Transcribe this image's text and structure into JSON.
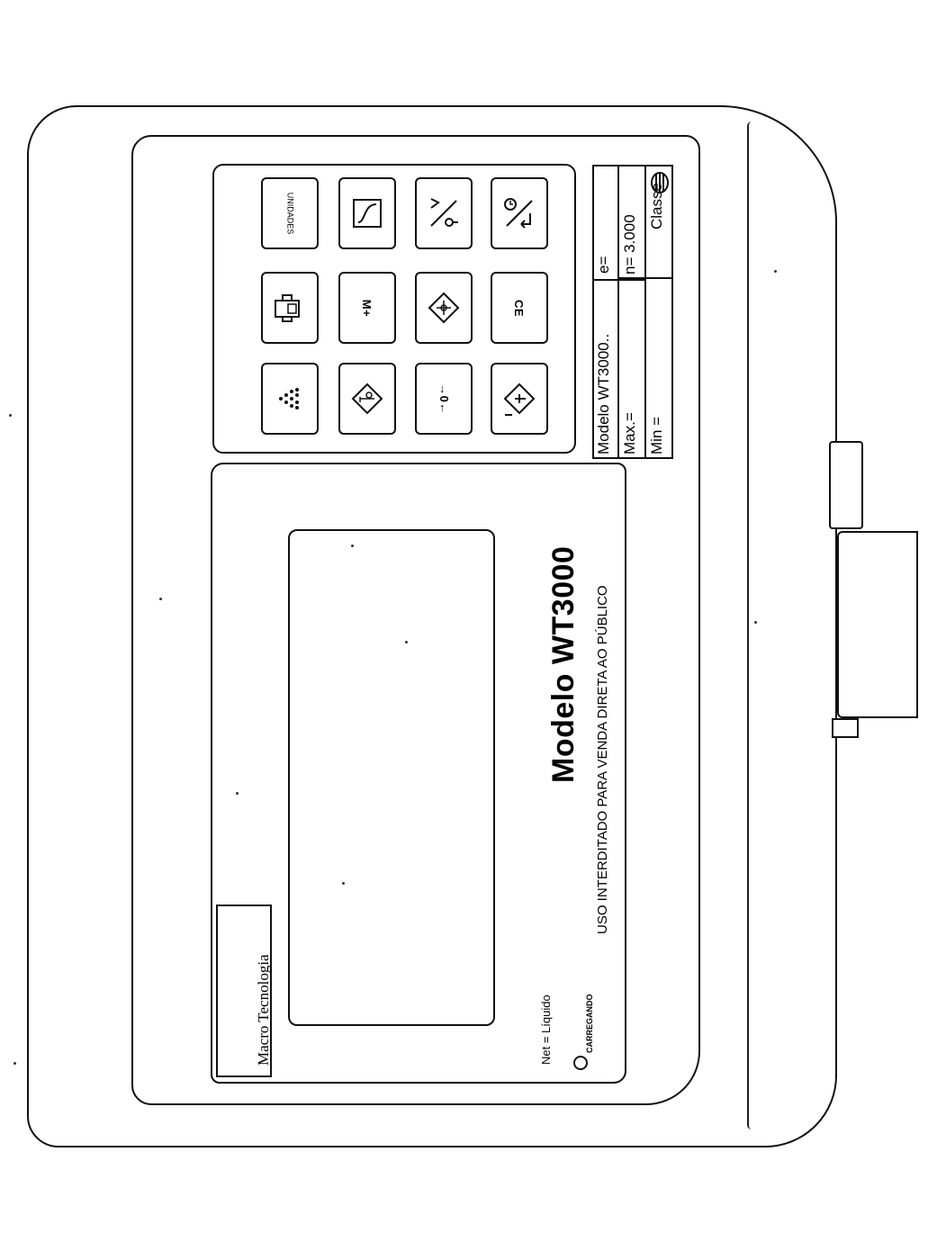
{
  "device": {
    "brand": "Macro Tecnologia",
    "model_title": "Modelo WT3000",
    "warning": "USO INTERDITADO PARA VENDA DIRETA AO PÚBLICO",
    "net_label": "Net = Líquido",
    "charging_label": "CARREGANDO"
  },
  "keypad": {
    "keys": [
      {
        "name": "units-key",
        "label": "UNIDADES"
      },
      {
        "name": "print-key",
        "label": ""
      },
      {
        "name": "dots-key",
        "label": ""
      },
      {
        "name": "calibrate-key",
        "label": ""
      },
      {
        "name": "memory-plus-key",
        "label": "M+"
      },
      {
        "name": "preset-tare-key",
        "label": ""
      },
      {
        "name": "on-off-key",
        "label": ""
      },
      {
        "name": "function-key",
        "label": ""
      },
      {
        "name": "zero-key",
        "label": "→0←"
      },
      {
        "name": "clock-enter-key",
        "label": ""
      },
      {
        "name": "clear-entry-key",
        "label": "CE"
      },
      {
        "name": "tare-key",
        "label": ""
      }
    ]
  },
  "spec_table": {
    "model": "Modelo WT3000..",
    "e": "e=",
    "max": "Max.=",
    "n": "n= 3.000",
    "min": "Min =",
    "class": "Classe"
  }
}
